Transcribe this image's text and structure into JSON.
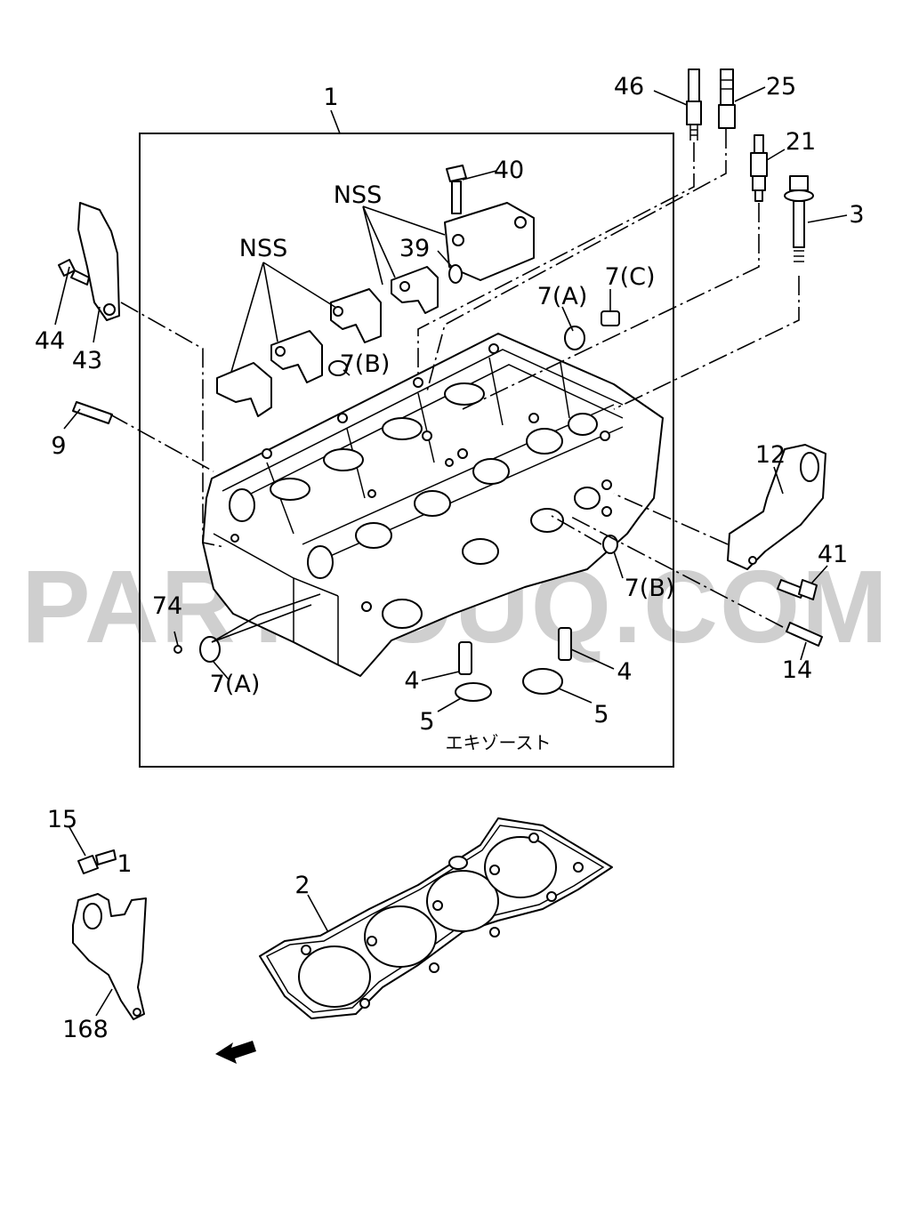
{
  "watermark": "PARTSOUQ.COM",
  "japanese_note": "エキゾースト",
  "labels": {
    "p1": "1",
    "p2": "2",
    "p3": "3",
    "p4a": "4",
    "p4b": "4",
    "p5a": "5",
    "p5b": "5",
    "p7A_top": "7(A)",
    "p7C": "7(C)",
    "p7B_top": "7(B)",
    "p7B_right": "7(B)",
    "p7A_bottom": "7(A)",
    "p9": "9",
    "p12": "12",
    "p14": "14",
    "p15": "15",
    "p21": "21",
    "p25": "25",
    "p39": "39",
    "p40": "40",
    "p41": "41",
    "p43": "43",
    "p44": "44",
    "p46": "46",
    "p74": "74",
    "p168": "168",
    "p1_bracket": "1",
    "nss_left": "NSS",
    "nss_right": "NSS"
  },
  "icons": {
    "direction": "arrow-front-icon"
  }
}
